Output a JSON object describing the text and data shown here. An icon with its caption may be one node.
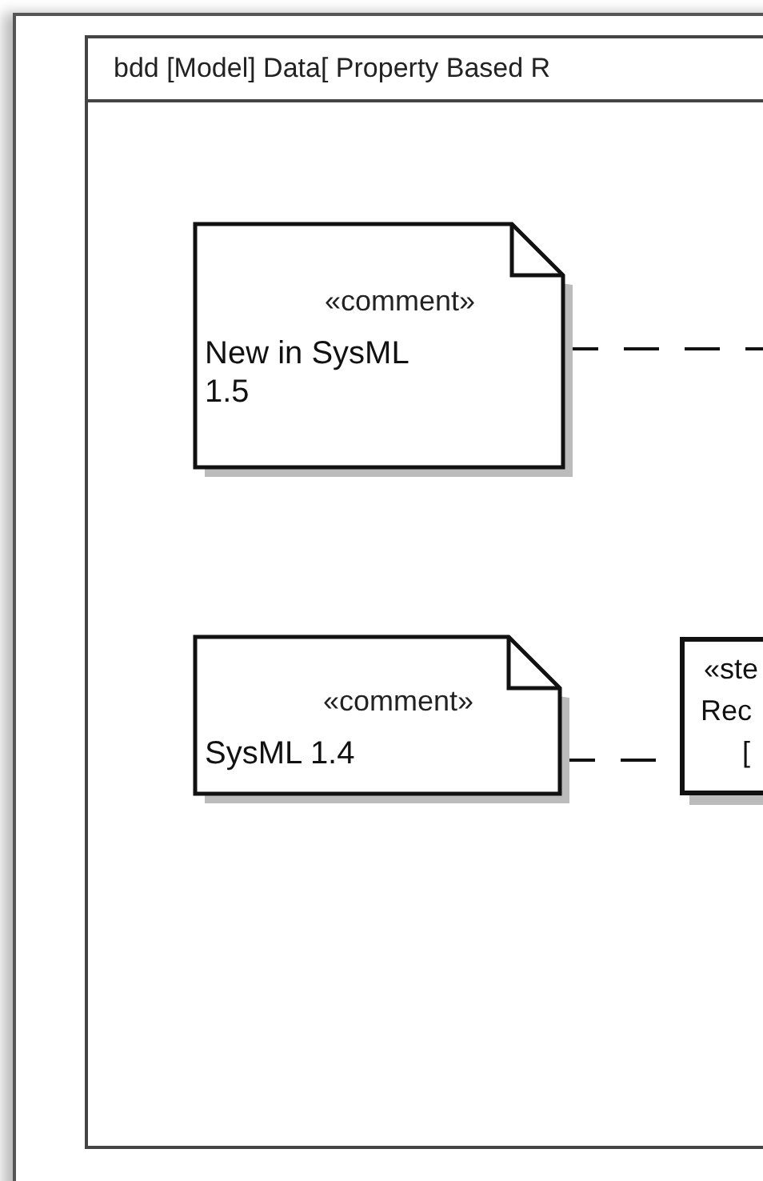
{
  "diagram": {
    "nodes": [
      {
        "text": [
          "bdd [Model] Data[ Property Based R"
        ]
      },
      {
        "text": [
          "«comment»",
          "New in SysML 1.5"
        ],
        "in": 0
      },
      {
        "text": [
          "«comment»",
          "SysML 1.4"
        ],
        "in": 0
      },
      {
        "text": [
          "«ste",
          "Rec",
          "["
        ],
        "in": 0
      }
    ],
    "edges": [
      {
        "from": 1,
        "to": null,
        "arrow": "none",
        "style": "dashed"
      },
      {
        "from": 2,
        "to": 3,
        "arrow": "none",
        "style": "dashed"
      }
    ]
  }
}
